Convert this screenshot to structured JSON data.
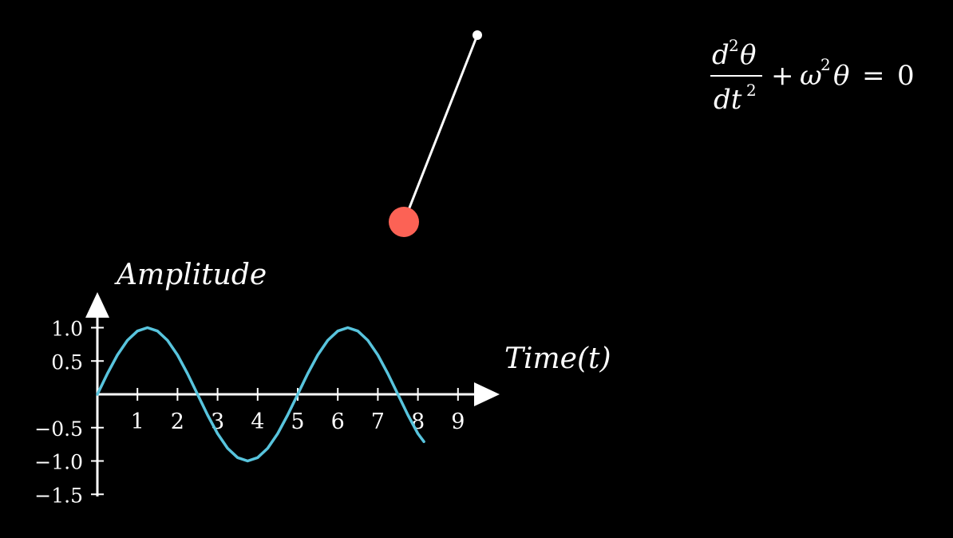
{
  "equation": {
    "num_d": "d",
    "num_sup": "2",
    "num_theta": "θ",
    "den_dt": "dt",
    "den_sup": "2",
    "plus": "+",
    "omega": "ω",
    "omega_sup": "2",
    "theta": "θ",
    "equals": "=",
    "zero": "0"
  },
  "pendulum": {
    "rod_color": "#ffffff",
    "bob_color": "#fc6255"
  },
  "colors": {
    "background": "#000000",
    "axis": "#ffffff",
    "curve": "#58c4dd"
  },
  "chart_data": {
    "type": "line",
    "xlabel": "Time(t)",
    "ylabel": "Amplitude",
    "xlim": [
      0,
      10
    ],
    "ylim": [
      -1.5,
      1.5
    ],
    "x_ticks": [
      1,
      2,
      3,
      4,
      5,
      6,
      7,
      8,
      9
    ],
    "x_tick_labels": [
      "1",
      "2",
      "3",
      "4",
      "5",
      "6",
      "7",
      "8",
      "9"
    ],
    "y_ticks": [
      1.0,
      0.5,
      -0.5,
      -1.0,
      -1.5
    ],
    "y_tick_labels": [
      "1.0",
      "0.5",
      "−0.5",
      "−1.0",
      "−1.5"
    ],
    "grid": false,
    "series": [
      {
        "color": "#58c4dd",
        "x": [
          0,
          0.25,
          0.5,
          0.75,
          1.0,
          1.25,
          1.5,
          1.75,
          2.0,
          2.25,
          2.5,
          2.75,
          3.0,
          3.25,
          3.5,
          3.75,
          4.0,
          4.25,
          4.5,
          4.75,
          5.0,
          5.25,
          5.5,
          5.75,
          6.0,
          6.25,
          6.5,
          6.75,
          7.0,
          7.25,
          7.5,
          7.75,
          8.0,
          8.15
        ],
        "y": [
          0,
          0.31,
          0.59,
          0.81,
          0.95,
          1.0,
          0.95,
          0.81,
          0.59,
          0.31,
          0,
          -0.31,
          -0.59,
          -0.81,
          -0.95,
          -1.0,
          -0.95,
          -0.81,
          -0.59,
          -0.31,
          0,
          0.31,
          0.59,
          0.81,
          0.95,
          1.0,
          0.95,
          0.81,
          0.59,
          0.31,
          0,
          -0.31,
          -0.59,
          -0.71
        ]
      }
    ]
  }
}
